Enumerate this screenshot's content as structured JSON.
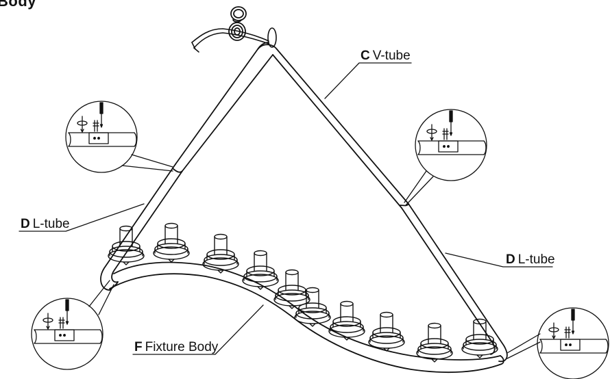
{
  "title": "Body",
  "labels": {
    "c": {
      "letter": "C",
      "text": "V-tube"
    },
    "d_left": {
      "letter": "D",
      "text": "L-tube"
    },
    "d_right": {
      "letter": "D",
      "text": "L-tube"
    },
    "f": {
      "letter": "F",
      "text": "Fixture Body"
    }
  },
  "colors": {
    "line": "#111111",
    "background": "#ffffff"
  }
}
